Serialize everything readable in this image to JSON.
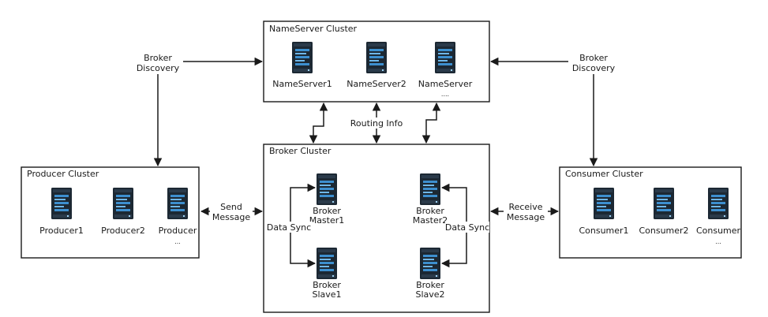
{
  "clusters": {
    "nameserver": "NameServer Cluster",
    "broker": "Broker Cluster",
    "producer": "Producer Cluster",
    "consumer": "Consumer Cluster"
  },
  "nameservers": [
    {
      "label": "NameServer1"
    },
    {
      "label": "NameServer2"
    },
    {
      "label": "NameServer",
      "sub": "...."
    }
  ],
  "producers": [
    {
      "label": "Producer1"
    },
    {
      "label": "Producer2"
    },
    {
      "label": "Producer",
      "sub": "..."
    }
  ],
  "consumers": [
    {
      "label": "Consumer1"
    },
    {
      "label": "Consumer2"
    },
    {
      "label": "Consumer",
      "sub": "..."
    }
  ],
  "brokers": {
    "master1": [
      "Broker",
      "Master1"
    ],
    "master2": [
      "Broker",
      "Master2"
    ],
    "slave1": [
      "Broker",
      "Slave1"
    ],
    "slave2": [
      "Broker",
      "Slave2"
    ]
  },
  "edges": {
    "broker_discovery_left": [
      "Broker",
      "Discovery"
    ],
    "broker_discovery_right": [
      "Broker",
      "Discovery"
    ],
    "routing_info": "Routing Info",
    "send_message": [
      "Send",
      "Message"
    ],
    "receive_message": [
      "Receive",
      "Message"
    ],
    "data_sync_left": "Data Sync",
    "data_sync_right": "Data Sync"
  },
  "colors": {
    "server_body": "#1c2833",
    "server_accent": "#3d8fcf",
    "line": "#1a1a1a"
  },
  "icons": {
    "server": "server-rack-icon"
  }
}
